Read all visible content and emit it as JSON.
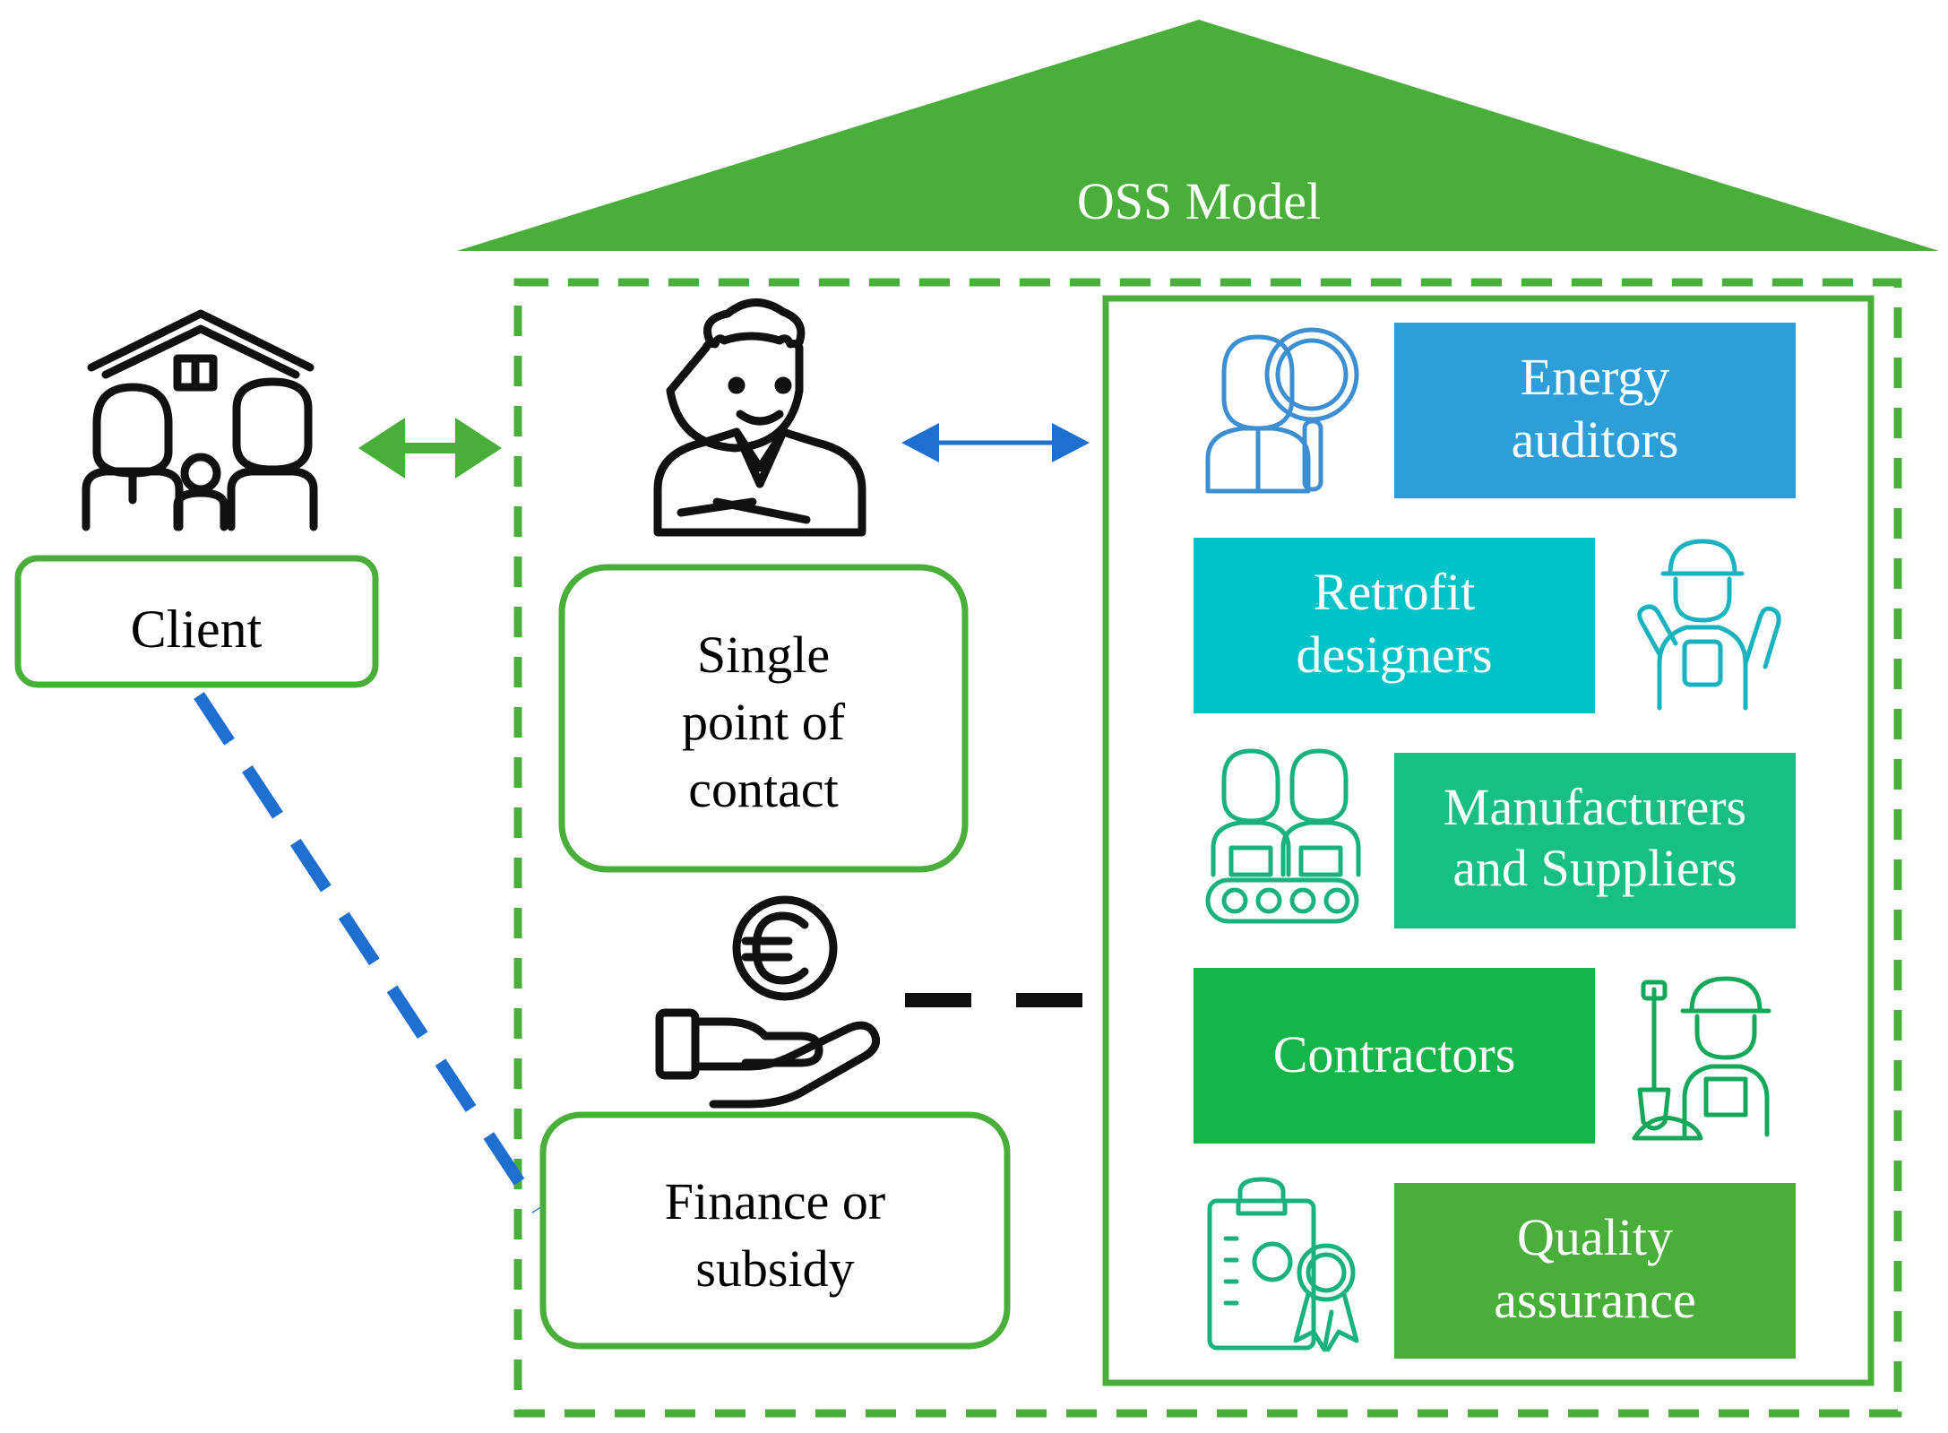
{
  "header": {
    "title": "OSS Model"
  },
  "client": {
    "label": "Client"
  },
  "single_point": {
    "line1": "Single",
    "line2": "point of",
    "line3": "contact"
  },
  "finance": {
    "line1": "Finance or",
    "line2": "subsidy"
  },
  "services": {
    "energy_auditors": {
      "line1": "Energy",
      "line2": "auditors"
    },
    "retrofit_designers": {
      "line1": "Retrofit",
      "line2": "designers"
    },
    "manufacturers": {
      "line1": "Manufacturers",
      "line2": "and Suppliers"
    },
    "contractors": {
      "line1": "Contractors"
    },
    "quality": {
      "line1": "Quality",
      "line2": "assurance"
    }
  },
  "colors": {
    "green": "#4aaf3a",
    "blue_line": "#1f6fd0",
    "energy": "#2e9ed8",
    "retrofit": "#00c4c8",
    "manufacturers": "#17bf85",
    "contractors": "#16b54a",
    "quality": "#4aaf3a",
    "icon_blue": "#3d8fd1",
    "icon_teal": "#17b3be",
    "icon_green": "#19b27f",
    "icon_green2": "#16a85a"
  }
}
